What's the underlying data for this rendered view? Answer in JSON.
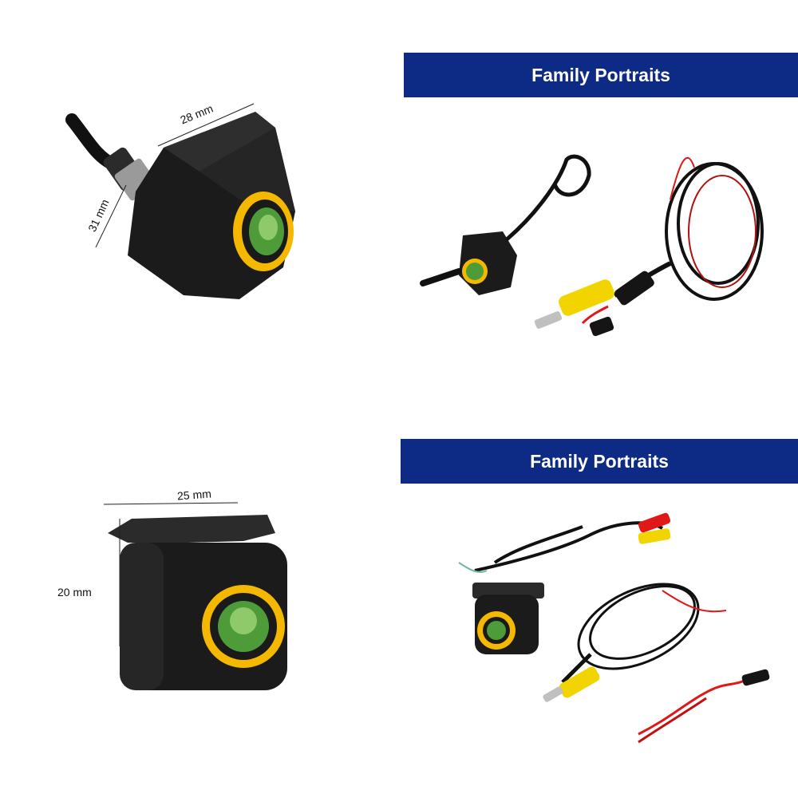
{
  "panels": {
    "top_left": {
      "dim_width": "28 mm",
      "dim_height": "31 mm"
    },
    "top_right": {
      "banner": "Family Portraits"
    },
    "bottom_left": {
      "dim_width": "25 mm",
      "dim_height": "20 mm"
    },
    "bottom_right": {
      "banner": "Family Portraits"
    }
  },
  "colors": {
    "banner_bg": "#0d2a84",
    "banner_text": "#ffffff",
    "lens_ring": "#f5b800",
    "rca_yellow": "#f2d400",
    "wire_red": "#e01818",
    "camera_body": "#1b1b1b"
  }
}
